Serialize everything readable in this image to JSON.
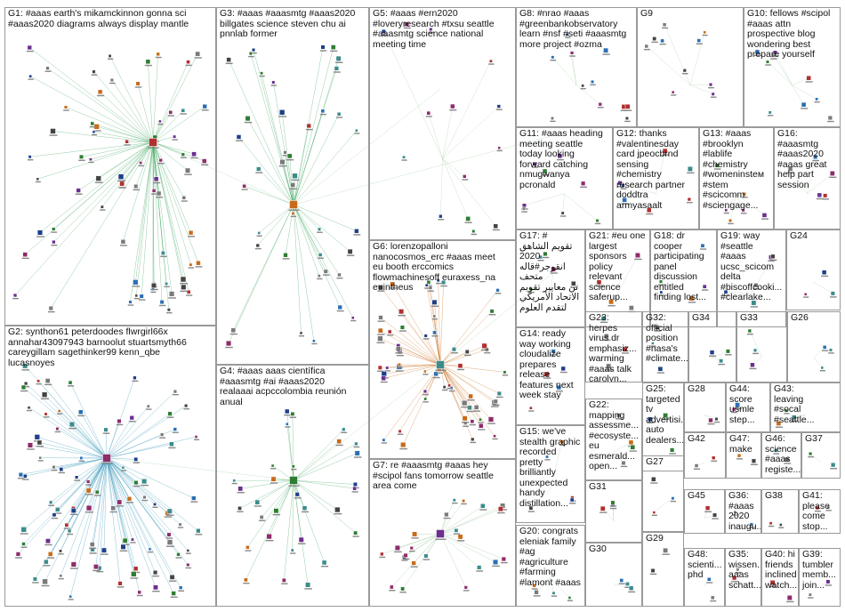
{
  "graph": {
    "groups": [
      {
        "id": "G1",
        "label": "G1: #aaas earth's mikamckinnon gonna sci\n#aaas2020 diagrams always display mantle"
      },
      {
        "id": "G2",
        "label": "G2: synthon61 peterdoodes flwrgirl66x\nannahar43097943 barnoolut stuartsmyth66\ncareygillam sagethinker99 kenn_qbe\nlucasnoyes"
      },
      {
        "id": "G3",
        "label": "G3: #aaas #aaasmtg #aaas2020\nbillgates science steven chu ai\npnnlab former"
      },
      {
        "id": "G4",
        "label": "G4: #aaas aaas científica\n#aaasmtg #ai #aaas2020\nrealaaai acpccolombia reunión\nanual"
      },
      {
        "id": "G5",
        "label": "G5: #aaas #ern2020\n#loveryresearch #txsu seattle\n#aaasmtg science national\nmeeting time"
      },
      {
        "id": "G6",
        "label": "G6: lorenzopalloni\nnanocosmos_erc #aaas meet\neu booth erccomics\nflowmachinesoff euraxess_na\neuintheus"
      },
      {
        "id": "G7",
        "label": "G7: re #aaasmtg #aaas hey\n#scipol fans tomorrow seattle\narea come"
      },
      {
        "id": "G8",
        "label": "G8: #nrao #aaas\n#greenbankobservatory\nlearn #nsf #seti #aaasmtg\nmore project #ozma"
      },
      {
        "id": "G9",
        "label": "G9"
      },
      {
        "id": "G10",
        "label": "G10: fellows #scipol\n#aaas attn\nprospective blog\nwondering best\nprepare yourself"
      },
      {
        "id": "G11",
        "label": "G11: #aaas heading\nmeeting seattle\ntoday looking\nforward catching\nnmugwanya\npcronald"
      },
      {
        "id": "G12",
        "label": "G12: thanks\n#valentinesday\ncard jpeocbrnd\nsensing\n#chemistry\nresearch partner\ndoddtra\narmyasaalt"
      },
      {
        "id": "G13",
        "label": "G13: #aaas\n#brooklyn\n#lablife\n#chemistry\n#womeninsteм\n#stem\n#scicomm\n#sciengage..."
      },
      {
        "id": "G16",
        "label": "G16:\n#aaasmtg\n#aaas2020\n#aaas great\nhelp part\nsession"
      },
      {
        "id": "G17",
        "label": "G17: #\nتقويم الشاهق 2020\nانقوجر#قاله متحف\nتن معايير تقويم\nالاتحاد الأمريكي\nلتقدم العلوم"
      },
      {
        "id": "G21",
        "label": "G21: #eu one\nlargest\nsponsors\npolicy\nrelevant\nscience\nsaferup..."
      },
      {
        "id": "G18",
        "label": "G18: dr\ncooper\nparticipating\npanel\ndiscussion\nentitled\nfinding lost..."
      },
      {
        "id": "G19",
        "label": "G19: way\n#seattle\n#aaas\nucsc_scicom\ndelta\n#biscoffcooki...\n#clearlake..."
      },
      {
        "id": "G24",
        "label": "G24"
      },
      {
        "id": "G14",
        "label": "G14: ready\nway working\ncloudalize\nprepares\nrelease\nfeatures next\nweek stay"
      },
      {
        "id": "G23",
        "label": "G23:\nherpes\nvirus dr\nemphasiz...\nwarming\n#aaas talk\ncarolyn..."
      },
      {
        "id": "G32",
        "label": "G32:\nofficial\nposition\n#nasa's\n#climate..."
      },
      {
        "id": "G34",
        "label": "G34"
      },
      {
        "id": "G33",
        "label": "G33"
      },
      {
        "id": "G26",
        "label": "G26"
      },
      {
        "id": "G22",
        "label": "G22:\nmapping\nassessme...\n#ecosyste...\neu\nesmerald...\nopen..."
      },
      {
        "id": "G25",
        "label": "G25:\ntargeted\ntv\nadvertisi...\nauto\ndealers..."
      },
      {
        "id": "G28",
        "label": "G28"
      },
      {
        "id": "G44",
        "label": "G44:\nscore\nusmle\nstep..."
      },
      {
        "id": "G43",
        "label": "G43:\nleaving\n#socal\n#seattle..."
      },
      {
        "id": "G15",
        "label": "G15: we've\nstealth graphic\nrecorded\npretty\nbrilliantly\nunexpected\nhandy\ndistillation..."
      },
      {
        "id": "G42",
        "label": "G42"
      },
      {
        "id": "G47",
        "label": "G47:\nmake"
      },
      {
        "id": "G46",
        "label": "G46:\nscience\n#aaas\nregiste..."
      },
      {
        "id": "G37",
        "label": "G37"
      },
      {
        "id": "G27",
        "label": "G27"
      },
      {
        "id": "G31",
        "label": "G31"
      },
      {
        "id": "G45",
        "label": "G45"
      },
      {
        "id": "G36",
        "label": "G36:\n#aaas\n2020\ninaugu..."
      },
      {
        "id": "G38",
        "label": "G38"
      },
      {
        "id": "G41",
        "label": "G41:\nplease\ncome\nstop..."
      },
      {
        "id": "G20",
        "label": "G20: congrats\neleniak family\n#ag\n#agriculture\n#farming\n#lamont #aaas"
      },
      {
        "id": "G30",
        "label": "G30"
      },
      {
        "id": "G29",
        "label": "G29"
      },
      {
        "id": "G48",
        "label": "G48:\nscienti...\nphd"
      },
      {
        "id": "G35",
        "label": "G35:\nwissen...\naaas\nschatt..."
      },
      {
        "id": "G40",
        "label": "G40: hi\nfriends\ninclined\nwatch..."
      },
      {
        "id": "G39",
        "label": "G39:\ntumbler\nmemb...\njoin..."
      }
    ]
  }
}
